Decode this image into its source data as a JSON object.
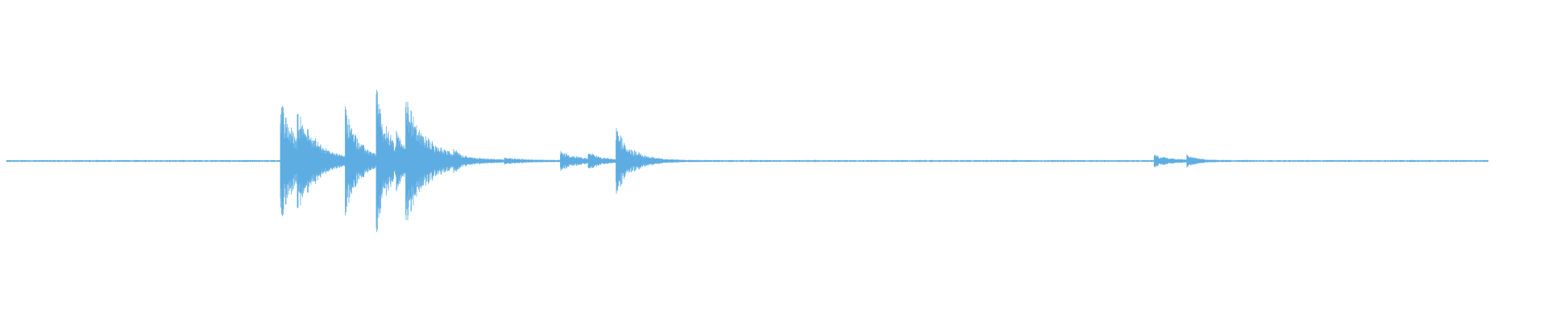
{
  "waveform": {
    "color": "#5dade2",
    "background": "#ffffff",
    "duration_fraction_drawn": 0.962,
    "bursts": [
      {
        "at": 0.181,
        "peak": 0.58,
        "decay": 0.01,
        "dense": true
      },
      {
        "at": 0.192,
        "peak": 0.3,
        "decay": 0.014,
        "dense": true
      },
      {
        "at": 0.223,
        "peak": 0.44,
        "decay": 0.009,
        "dense": true
      },
      {
        "at": 0.243,
        "peak": 0.58,
        "decay": 0.009,
        "dense": true
      },
      {
        "at": 0.256,
        "peak": 0.16,
        "decay": 0.005,
        "dense": true
      },
      {
        "at": 0.262,
        "peak": 0.48,
        "decay": 0.015,
        "dense": true
      },
      {
        "at": 0.293,
        "peak": 0.06,
        "decay": 0.003,
        "dense": true
      },
      {
        "at": 0.326,
        "peak": 0.02,
        "decay": 0.012,
        "dense": false
      },
      {
        "at": 0.362,
        "peak": 0.08,
        "decay": 0.012,
        "dense": true
      },
      {
        "at": 0.38,
        "peak": 0.06,
        "decay": 0.008,
        "dense": true
      },
      {
        "at": 0.398,
        "peak": 0.28,
        "decay": 0.01,
        "dense": true
      },
      {
        "at": 0.746,
        "peak": 0.05,
        "decay": 0.01,
        "dense": true
      },
      {
        "at": 0.767,
        "peak": 0.05,
        "decay": 0.006,
        "dense": true
      }
    ]
  }
}
